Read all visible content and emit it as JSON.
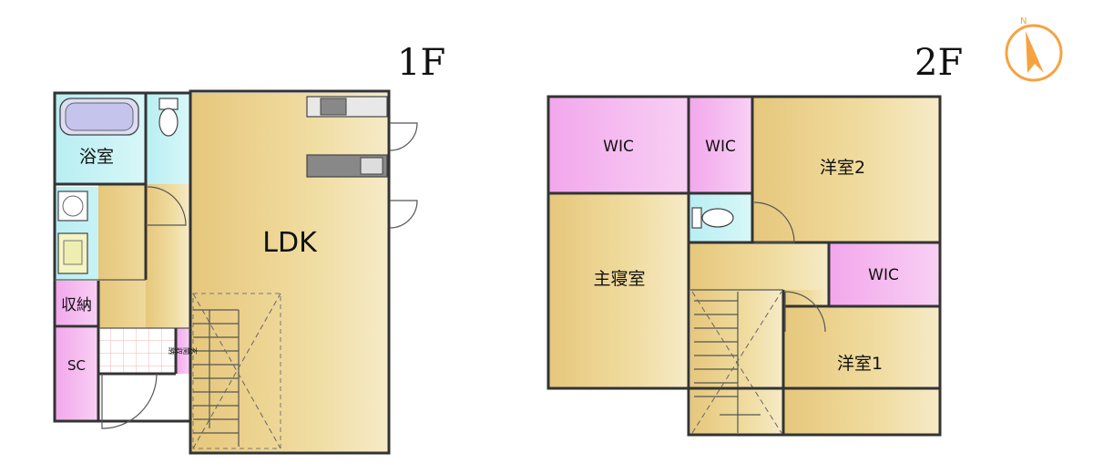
{
  "floors": {
    "first": {
      "label": "1F"
    },
    "second": {
      "label": "2F"
    }
  },
  "rooms_1f": {
    "bath": "浴室",
    "ldk": "LDK",
    "storage": "収納",
    "shoe_closet": "SC",
    "entrance_storage": "玄関収納"
  },
  "rooms_2f": {
    "wic_left": "WIC",
    "wic_mid": "WIC",
    "wic_right": "WIC",
    "western_room_2": "洋室2",
    "master_bedroom": "主寝室",
    "western_room_1": "洋室1"
  },
  "compass": {
    "north_letter": "N"
  },
  "colors": {
    "living": "#f0dca0",
    "wet": "#c8f2f4",
    "closet": "#f3b4ee",
    "tile": "#ffffff",
    "wall": "#333333",
    "compass": "#f5a340"
  }
}
